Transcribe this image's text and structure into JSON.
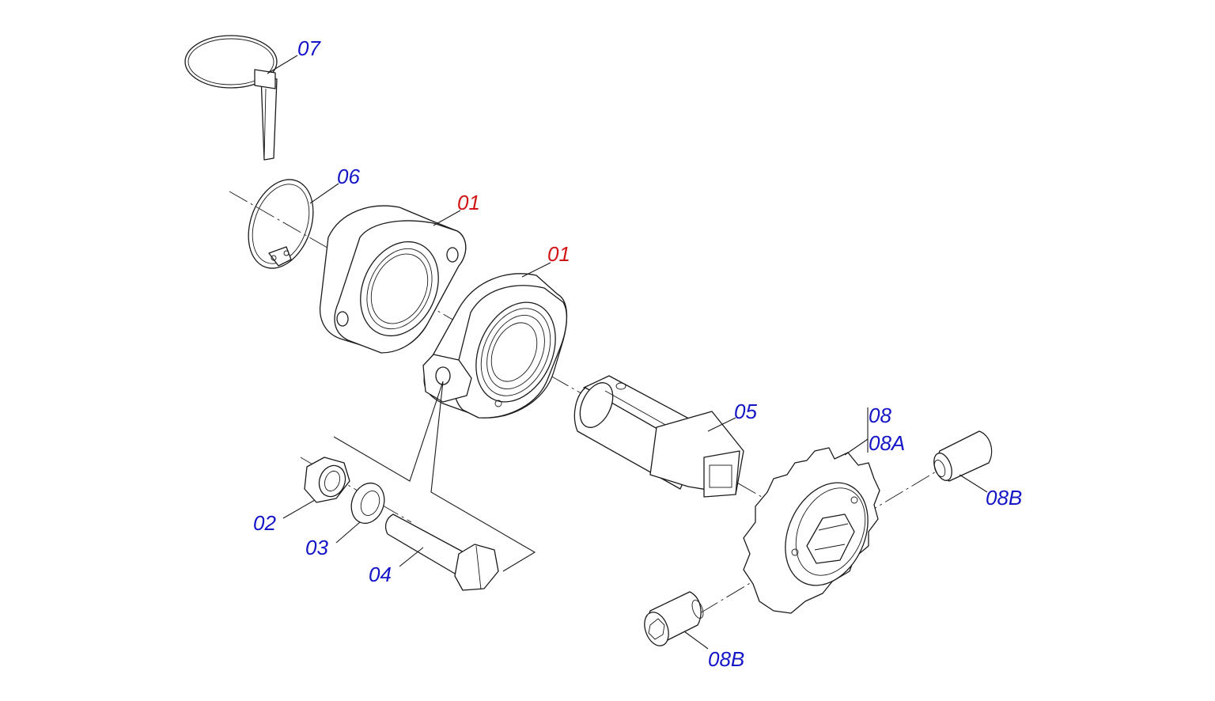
{
  "colors": {
    "callout_default": "#1515c8",
    "callout_highlight": "#d11414",
    "line_art": "#1a1a1a",
    "background": "#ffffff"
  },
  "callouts": {
    "p07": "07",
    "p06": "06",
    "p01_rear": "01",
    "p01_front": "01",
    "p05": "05",
    "p08": "08",
    "p08a": "08A",
    "p08b_right": "08B",
    "p08b_bottom": "08B",
    "p02": "02",
    "p03": "03",
    "p04": "04"
  },
  "highlighted_parts": [
    "01"
  ]
}
